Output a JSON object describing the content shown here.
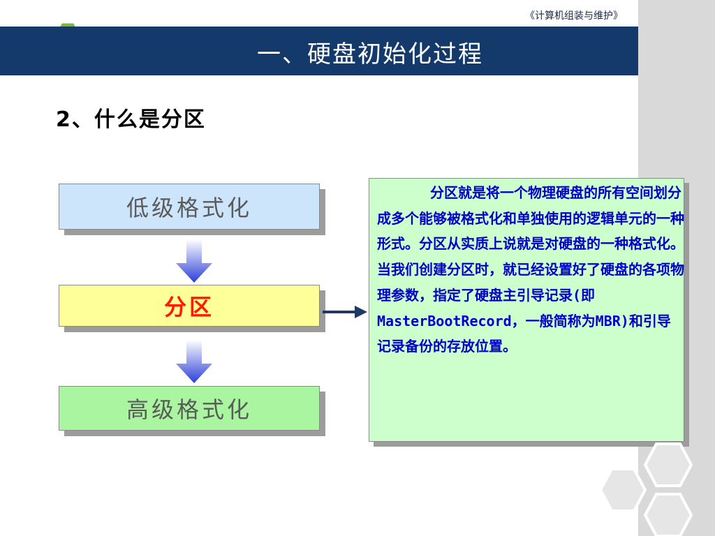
{
  "header": {
    "course_title": "《计算机组装与维护》",
    "slide_title": "一、硬盘初始化过程"
  },
  "section": {
    "heading": "2、什么是分区"
  },
  "flow": {
    "steps": [
      {
        "label": "低级格式化"
      },
      {
        "label": "分区"
      },
      {
        "label": "高级格式化"
      }
    ]
  },
  "description": {
    "text": "分区就是将一个物理硬盘的所有空间划分成多个能够被格式化和单独使用的逻辑单元的一种形式。分区从实质上说就是对硬盘的一种格式化。当我们创建分区时，就已经设置好了硬盘的各项物理参数，指定了硬盘主引导记录(即MasterBootRecord，一般简称为MBR)和引导记录备份的存放位置。"
  },
  "colors": {
    "title_bar": "#143a6b",
    "low_format_fill": "#cde5fb",
    "partition_fill": "#ffff99",
    "partition_text": "#ff1a00",
    "high_format_fill": "#a9f5a0",
    "description_fill": "#ccffcc",
    "description_text": "#0000cc"
  }
}
